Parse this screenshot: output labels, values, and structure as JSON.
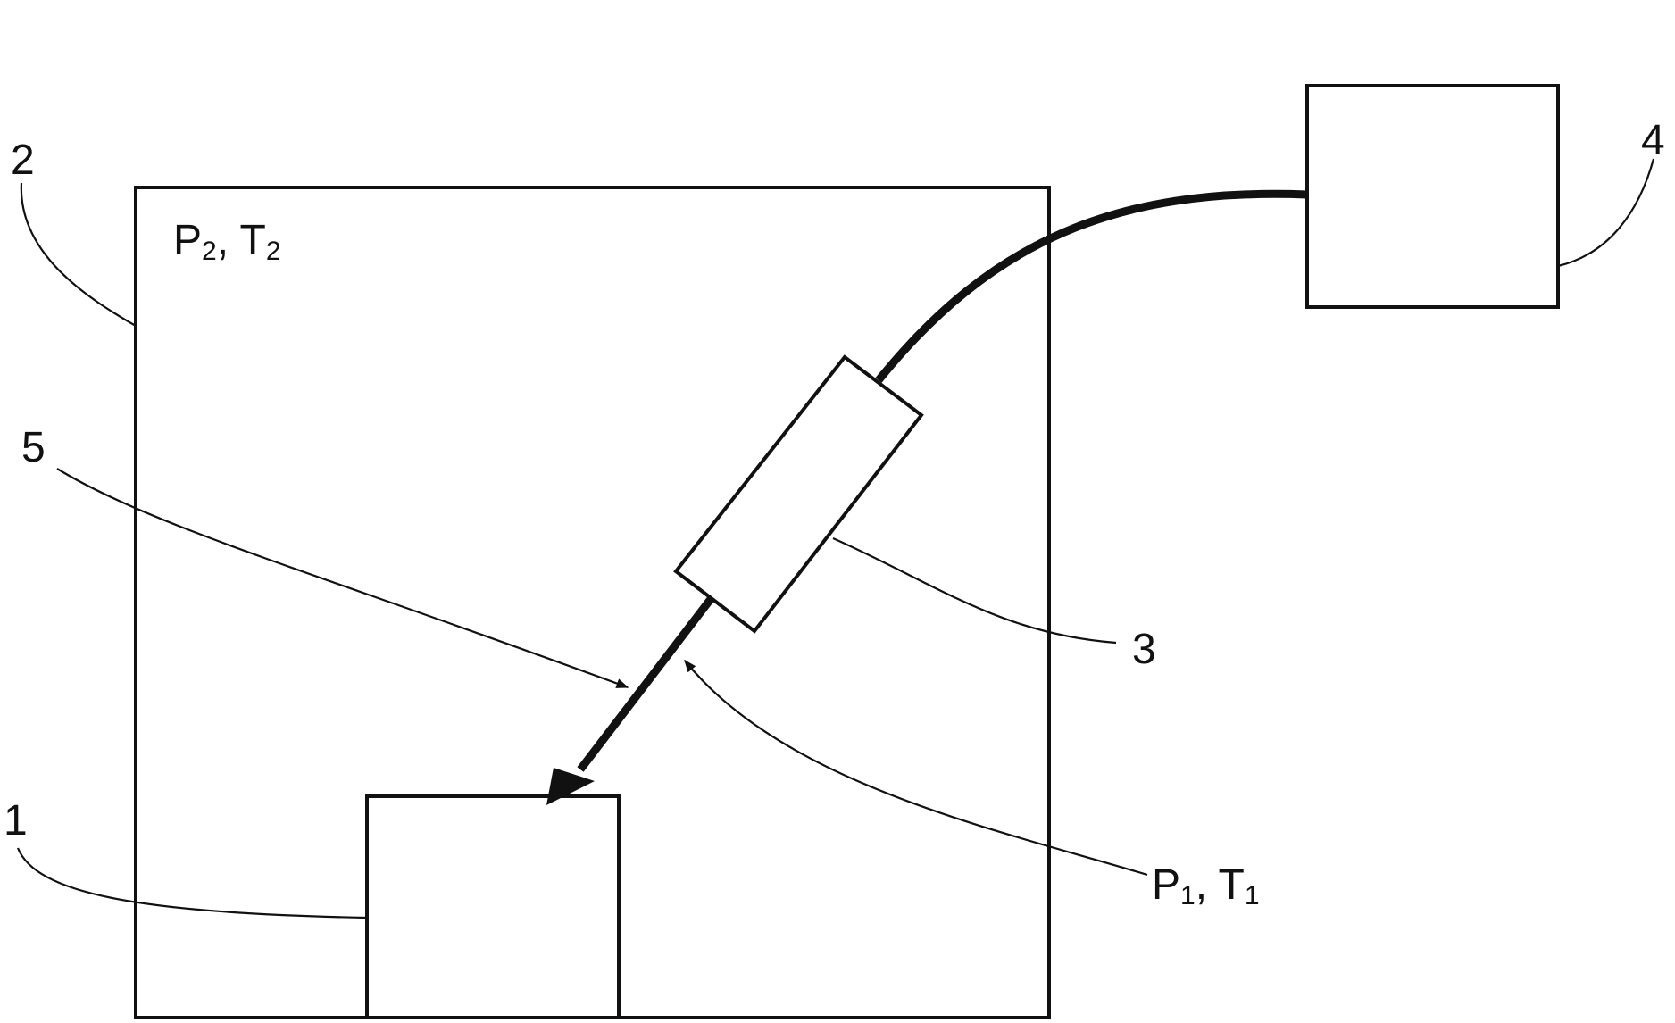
{
  "diagram": {
    "labels": {
      "ref_1": "1",
      "ref_2": "2",
      "ref_3": "3",
      "ref_4": "4",
      "ref_5": "5"
    },
    "inner_condition": {
      "p": "P",
      "p_sub": "2",
      "sep": ", ",
      "t": "T",
      "t_sub": "2"
    },
    "jet_condition": {
      "p": "P",
      "p_sub": "1",
      "sep": ", ",
      "t": "T",
      "t_sub": "1"
    },
    "colors": {
      "line": "#111111",
      "background": "#ffffff"
    }
  }
}
